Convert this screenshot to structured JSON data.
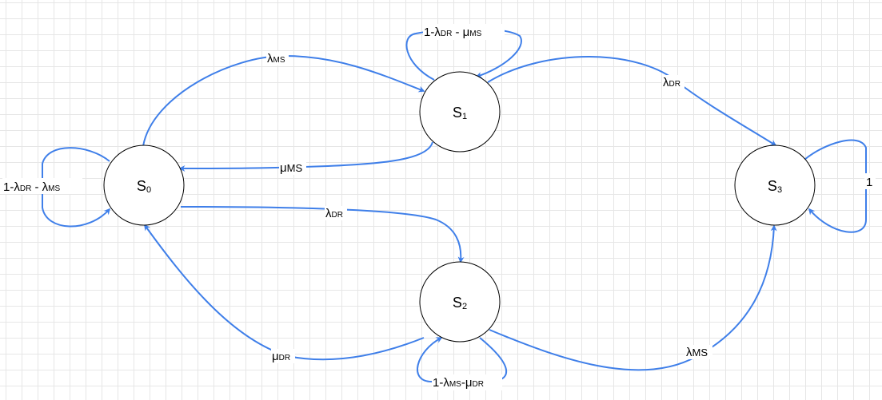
{
  "diagram": {
    "accent_color": "#3f7fe9",
    "nodes": [
      {
        "id": "s0",
        "main": "S",
        "sub": "0"
      },
      {
        "id": "s1",
        "main": "S",
        "sub": "1"
      },
      {
        "id": "s2",
        "main": "S",
        "sub": "2"
      },
      {
        "id": "s3",
        "main": "S",
        "sub": "3"
      }
    ],
    "edges": [
      {
        "id": "s0-self",
        "from": "S0",
        "to": "S0",
        "label_parts": [
          "1-λ",
          "DR",
          " - λ",
          "MS"
        ]
      },
      {
        "id": "s0-s1",
        "from": "S0",
        "to": "S1",
        "label_parts": [
          "λ",
          "MS"
        ]
      },
      {
        "id": "s1-self",
        "from": "S1",
        "to": "S1",
        "label_parts": [
          "1-λ",
          "DR",
          " - μ",
          "MS"
        ]
      },
      {
        "id": "s1-s3",
        "from": "S1",
        "to": "S3",
        "label_parts": [
          "λ",
          "DR"
        ]
      },
      {
        "id": "s1-s0",
        "from": "S1",
        "to": "S0",
        "label_parts": [
          "μ",
          "MS"
        ]
      },
      {
        "id": "s0-s2",
        "from": "S0",
        "to": "S2",
        "label_parts": [
          "λ",
          "DR"
        ]
      },
      {
        "id": "s2-s0",
        "from": "S2",
        "to": "S0",
        "label_parts": [
          "μ",
          "DR"
        ]
      },
      {
        "id": "s2-s3",
        "from": "S2",
        "to": "S3",
        "label_parts": [
          "λ",
          "MS"
        ]
      },
      {
        "id": "s2-self",
        "from": "S2",
        "to": "S2",
        "label_parts": [
          "1-λ",
          "MS",
          "-μ",
          "DR"
        ]
      },
      {
        "id": "s3-self",
        "from": "S3",
        "to": "S3",
        "label_parts": [
          "1"
        ]
      }
    ]
  }
}
